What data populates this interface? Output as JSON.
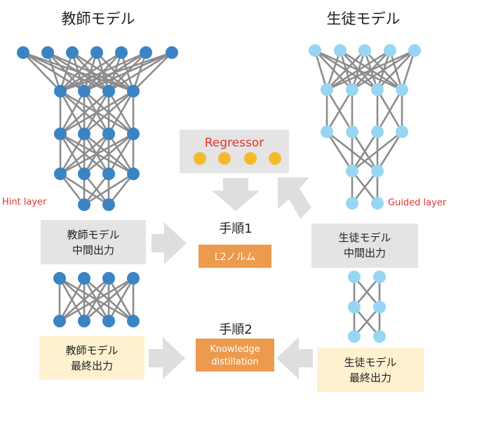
{
  "titles": {
    "teacher": "教師モデル",
    "student": "生徒モデル"
  },
  "labels": {
    "hint_layer": "Hint layer",
    "guided_layer": "Guided layer",
    "regressor": "Regressor",
    "step1": "手順1",
    "step2": "手順2",
    "l2norm": "L2ノルム",
    "kd_line1": "Knowledge",
    "kd_line2": "distillation"
  },
  "boxes": {
    "teacher_mid_line1": "教師モデル",
    "teacher_mid_line2": "中間出力",
    "student_mid_line1": "生徒モデル",
    "student_mid_line2": "中間出力",
    "teacher_final_line1": "教師モデル",
    "teacher_final_line2": "最終出力",
    "student_final_line1": "生徒モデル",
    "student_final_line2": "最終出力"
  },
  "colors": {
    "teacher_node": "#3b84c4",
    "student_node": "#97d6f2",
    "regressor_node": "#f5b92e",
    "edge": "#8c8c8c",
    "gray_box": "#e4e4e4",
    "cream_box": "#fdf1cf",
    "orange_box": "#ec9a4e",
    "red_text": "#e0352f",
    "arrow": "#dedede"
  }
}
